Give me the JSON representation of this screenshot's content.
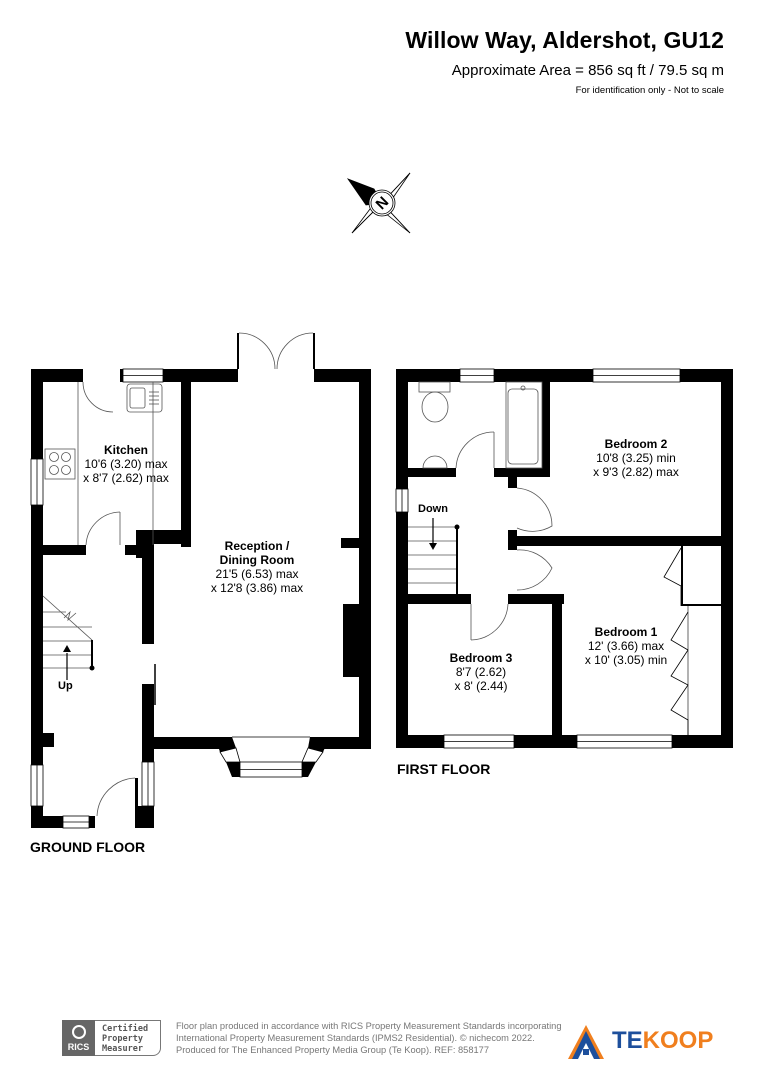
{
  "header": {
    "title": "Willow Way, Aldershot, GU12",
    "area": "Approximate Area = 856 sq ft / 79.5 sq m",
    "note": "For identification only - Not to scale"
  },
  "compass": {
    "icon": "compass-north-icon",
    "label": "N"
  },
  "ground_floor": {
    "label": "GROUND FLOOR",
    "rooms": [
      {
        "name": "Kitchen",
        "dim1": "10'6 (3.20) max",
        "dim2": "x 8'7 (2.62) max"
      },
      {
        "name": "Reception /",
        "name2": "Dining Room",
        "dim1": "21'5 (6.53) max",
        "dim2": "x 12'8 (3.86) max"
      }
    ],
    "stairs_label": "Up"
  },
  "first_floor": {
    "label": "FIRST FLOOR",
    "rooms": [
      {
        "name": "Bedroom 2",
        "dim1": "10'8 (3.25) min",
        "dim2": "x 9'3 (2.82) max"
      },
      {
        "name": "Bedroom 1",
        "dim1": "12' (3.66) max",
        "dim2": "x 10' (3.05) min"
      },
      {
        "name": "Bedroom 3",
        "dim1": "8'7 (2.62)",
        "dim2": "x 8' (2.44)"
      }
    ],
    "stairs_label": "Down"
  },
  "footer": {
    "badge": {
      "org": "RICS",
      "line1": "Certified",
      "line2": "Property",
      "line3": "Measurer"
    },
    "lines": [
      "Floor plan produced in accordance with RICS Property Measurement Standards incorporating",
      "International Property Measurement Standards (IPMS2 Residential).   © nichecom 2022.",
      "Produced for The Enhanced Property Media Group (Te Koop).   REF:  858177"
    ],
    "logo": {
      "te": "TE",
      "koop": "KOOP",
      "colors": {
        "blue": "#1d4f9c",
        "orange": "#f07f1e"
      }
    }
  }
}
